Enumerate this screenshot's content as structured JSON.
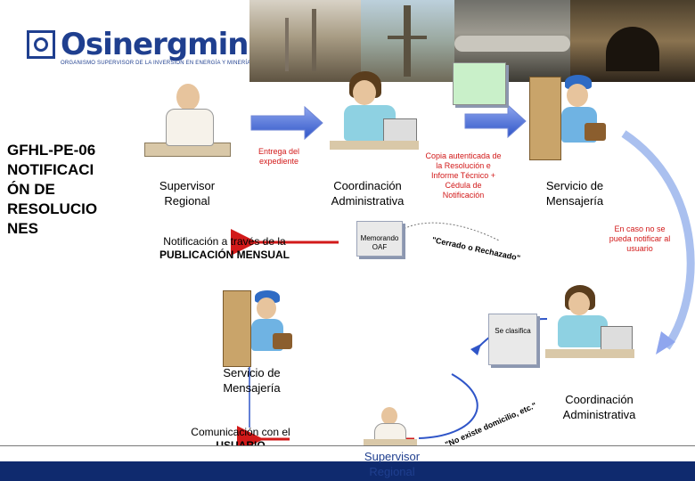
{
  "logo": {
    "name": "Osinergmin",
    "tagline": "ORGANISMO SUPERVISOR DE LA INVERSIÓN EN ENERGÍA Y MINERÍA"
  },
  "title": "GFHL-PE-06 NOTIFICACIÓN DE RESOLUCIONES",
  "title_lines": [
    "GFHL-PE-06",
    "NOTIFICACI",
    "ÓN DE",
    "RESOLUCIO",
    "NES"
  ],
  "nodes": {
    "supervisor_regional_top": "Supervisor Regional",
    "coordinacion_top": "Coordinación Administrativa",
    "servicio_top": "Servicio de Mensajería",
    "servicio_bottom": "Servicio de Mensajería",
    "coordinacion_bottom": "Coordinación Administrativa",
    "supervisor_regional_bottom": "Supervisor Regional"
  },
  "labels": {
    "entrega": "Entrega del expediente",
    "copia": "Copia autenticada de la Resolución e Informe Técnico + Cédula de Notificación",
    "memorando": "Memorando OAF",
    "cerrado": "\"Cerrado o Rechazado\"",
    "notificacion": "Notificación a través de la PUBLICACIÓN MENSUAL",
    "en_caso": "En caso no se pueda notificar al usuario",
    "se_clasifica": "Se clasifica",
    "comunicacion": "Comunicación con el USUARIO",
    "no_existe": "\"No existe domicilio, etc.\""
  },
  "colors": {
    "brand": "#1f3f8f",
    "arrow_blue": "#2f55c8",
    "arrow_red": "#d21a1a",
    "bar": "#0f2a6e"
  }
}
